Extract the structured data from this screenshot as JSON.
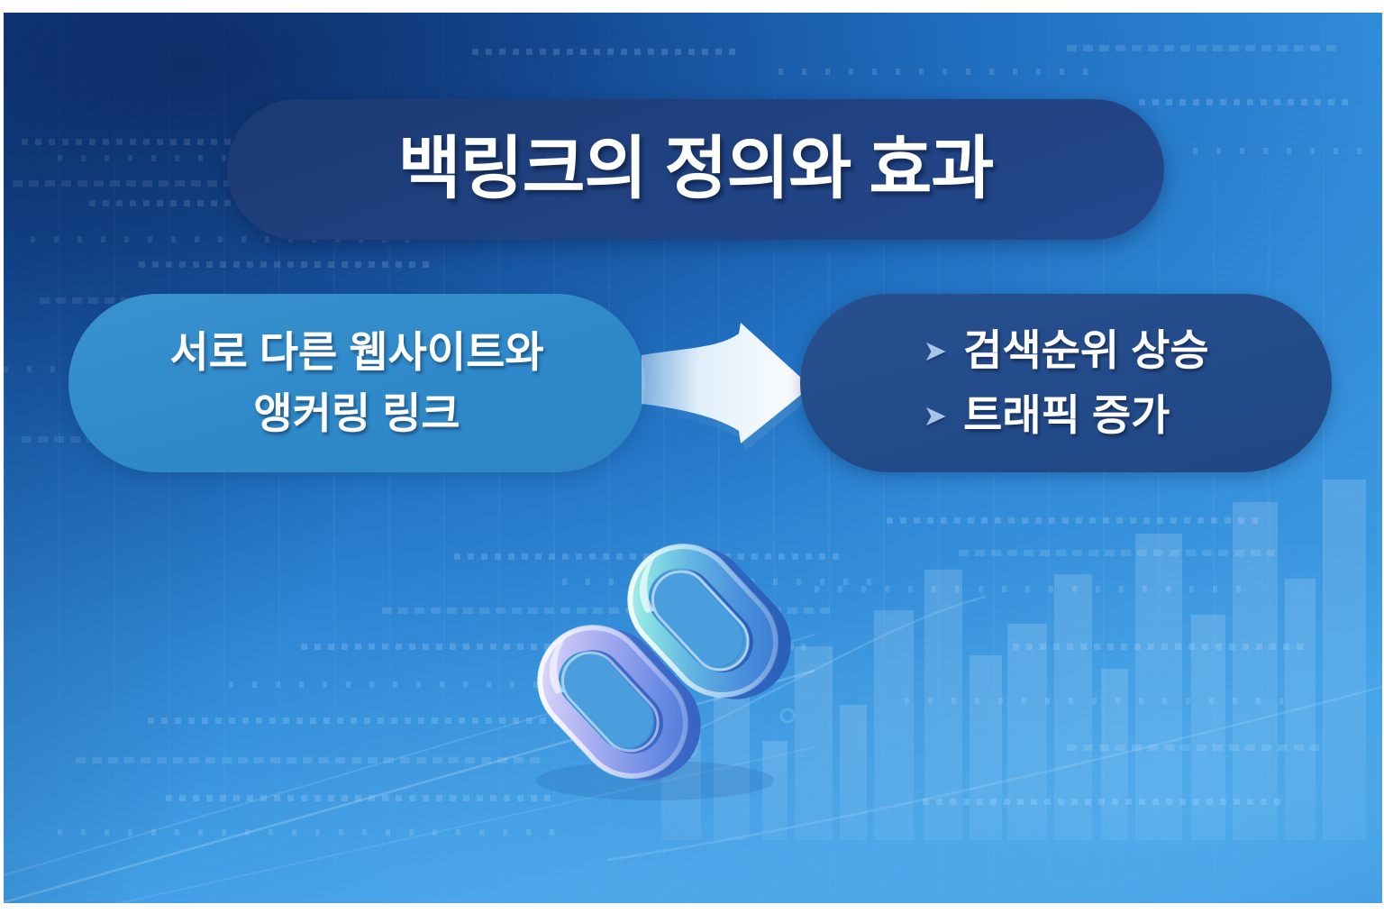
{
  "poster": {
    "title": "백링크의 정의와 효과",
    "background": {
      "primary_color": "#2a86d8",
      "dark_color": "#0f3272",
      "accent_color": "#41a0e8",
      "motif": "digital-binary-code-and-bar-chart"
    },
    "left_card": {
      "color": "#2f88c8",
      "lines": [
        "서로 다른 웹사이트와",
        "앵커링 링크"
      ]
    },
    "flow": {
      "arrow_icon": "arrow-right-icon",
      "arrow_color": "#ffffff"
    },
    "right_card": {
      "color": "#234a88",
      "bullet_icon": "chevron-right-icon",
      "bullet_color": "#a9c4e8",
      "items": [
        "검색순위 상승",
        "트래픽 증가"
      ]
    },
    "illustration": {
      "name": "chain-link-icon",
      "upper_link_colors": [
        "#8fe6e2",
        "#4f9ede",
        "#2f6fc6"
      ],
      "lower_link_colors": [
        "#c2bff4",
        "#7d97e8",
        "#3f74d2"
      ]
    },
    "title_box_color": "#20417f",
    "frame_color": "#ffffff"
  }
}
